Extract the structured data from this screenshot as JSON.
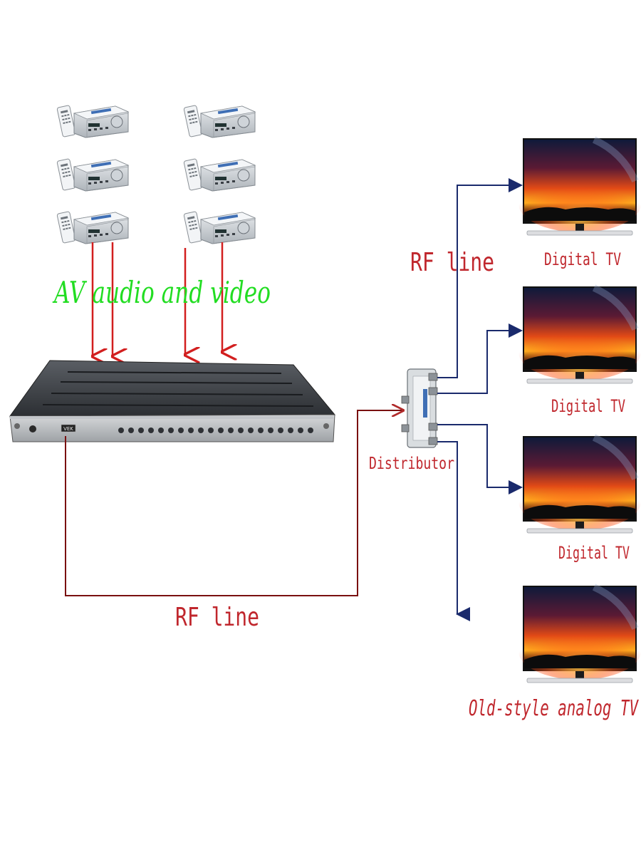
{
  "labels": {
    "av": "AV audio and video",
    "rf_top": "RF line",
    "rf_bottom": "RF line",
    "distributor": "Distributor",
    "tv1": "Digital TV",
    "tv2": "Digital TV",
    "tv3": "Digital TV",
    "tv4": "Old-style analog TV"
  },
  "modulator": {
    "badge": "VEK"
  },
  "colors": {
    "av_text": "#22dd22",
    "label_red": "#c0272d",
    "av_arrow": "#d21f1f",
    "rf_wire": "#7a1010",
    "dist_wire": "#1a2a6c",
    "rack": "#3a3d42"
  }
}
